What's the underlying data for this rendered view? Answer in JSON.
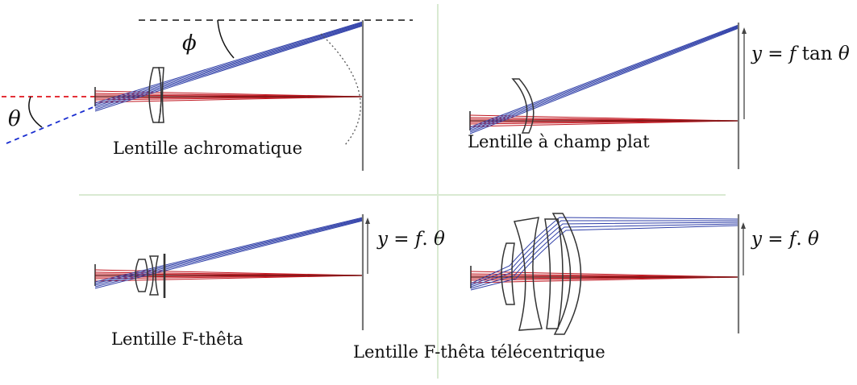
{
  "panels": {
    "achromatic": {
      "caption": "Lentille achromatique",
      "angle_in": "θ",
      "angle_out": "ϕ"
    },
    "flat_field": {
      "caption": "Lentille à champ plat",
      "formula": {
        "lhs": "y",
        "eq": " = ",
        "f": "f",
        "fn": " tan ",
        "var": "θ"
      }
    },
    "f_theta": {
      "caption": "Lentille F-thêta",
      "formula": {
        "lhs": "y",
        "eq": " = ",
        "f": "f",
        "dot": ". ",
        "var": "θ"
      }
    },
    "telecentric": {
      "caption": "Lentille F-thêta télécentrique",
      "formula": {
        "lhs": "y",
        "eq": " = ",
        "f": "f",
        "dot": ". ",
        "var": "θ"
      }
    }
  },
  "colors": {
    "axial_rays": "#c0161f",
    "field_rays": "#2f3fa8",
    "axis_dash_red": "#e0141c",
    "axis_dash_blue": "#1a2ed0",
    "lens_stroke": "#333333",
    "divider": "#d9ead2"
  }
}
